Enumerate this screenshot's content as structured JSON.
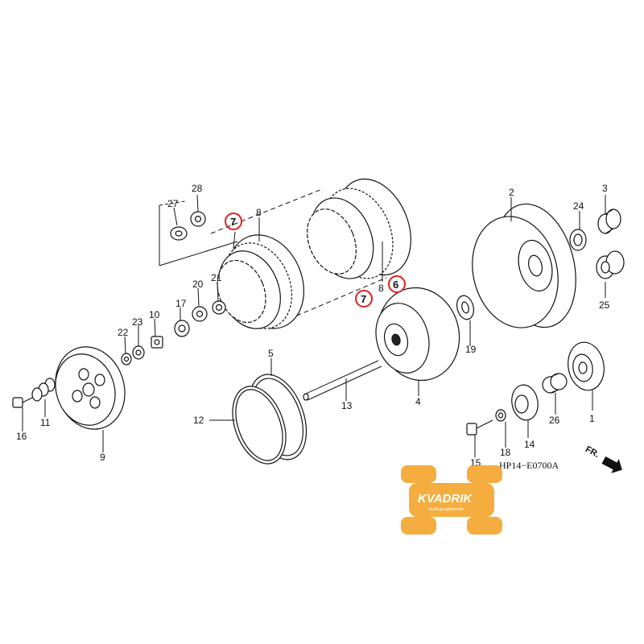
{
  "diagram": {
    "code_label": "HP14−E0700A",
    "direction_label": "FR.",
    "watermark": {
      "brand": "KVADRIK",
      "tagline": "свобода движения"
    },
    "highlight_color": "#e02020",
    "watermark_color": "#f3a52a",
    "highlighted_parts": [
      "7",
      "7",
      "6"
    ],
    "part_labels": {
      "p1": "1",
      "p2": "2",
      "p3": "3",
      "p4": "4",
      "p5": "5",
      "p6": "6",
      "p7a": "7",
      "p7b": "7",
      "p8a": "8",
      "p8b": "8",
      "p9": "9",
      "p10": "10",
      "p11": "11",
      "p12": "12",
      "p13": "13",
      "p14": "14",
      "p15": "15",
      "p16": "16",
      "p17": "17",
      "p18": "18",
      "p19": "19",
      "p20": "20",
      "p21": "21",
      "p22": "22",
      "p23": "23",
      "p24": "24",
      "p25": "25",
      "p26": "26",
      "p27": "27",
      "p28": "28"
    }
  }
}
